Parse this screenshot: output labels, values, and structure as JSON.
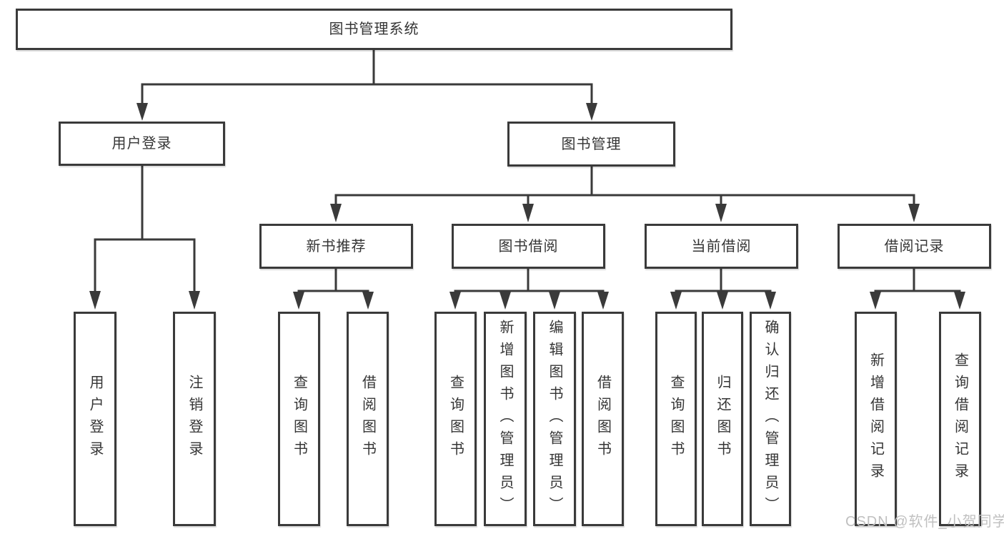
{
  "tree": {
    "root": "图书管理系统",
    "branches": [
      {
        "label": "用户登录",
        "children": [
          {
            "label": "用户登录"
          },
          {
            "label": "注销登录"
          }
        ]
      },
      {
        "label": "图书管理",
        "children": [
          {
            "label": "新书推荐",
            "children": [
              {
                "label": "查询图书"
              },
              {
                "label": "借阅图书"
              }
            ]
          },
          {
            "label": "图书借阅",
            "children": [
              {
                "label": "查询图书"
              },
              {
                "label": "新增图书（管理员）"
              },
              {
                "label": "编辑图书（管理员）"
              },
              {
                "label": "借阅图书"
              }
            ]
          },
          {
            "label": "当前借阅",
            "children": [
              {
                "label": "查询图书"
              },
              {
                "label": "归还图书"
              },
              {
                "label": "确认归还（管理员）"
              }
            ]
          },
          {
            "label": "借阅记录",
            "children": [
              {
                "label": "新增借阅记录"
              },
              {
                "label": "查询借阅记录"
              }
            ]
          }
        ]
      }
    ]
  },
  "watermark": "CSDN @软件_小贺同学",
  "colors": {
    "line": "#3a3a3a",
    "box_border": "#3a3a3a",
    "text": "#353535",
    "watermark": "#c0c0c0",
    "background": "#ffffff"
  }
}
